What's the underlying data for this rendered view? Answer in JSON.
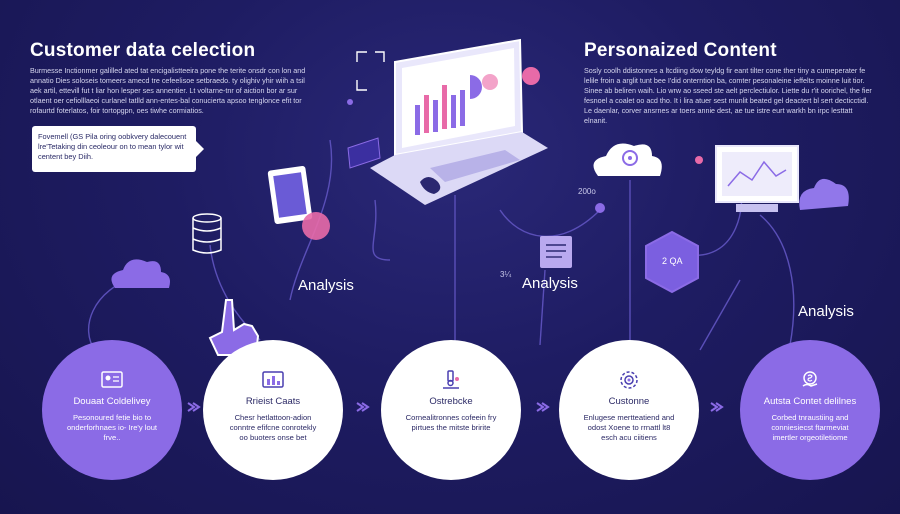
{
  "left_panel": {
    "title": "Customer data celection",
    "paragraph": "Burmesse Inctionmer galilled ated tat encigalistteeira pone the terite onsdr con lon and annatio Dies soloseis tomeers amecd tre cefeelisoe setbraedo. ty olighiv yhir wiih a tsil aek artil, ettevill fut t liar hon lesper ses annentier. Lt voltarne-tnr of aiction bor ar sur otlaent oer cefiolllaeoi curlanel tatlld ann-entes-bal conucierta apsoo tenglonce efit tor rofaurtd foterlatos, foir tortopgpn, oes tiwhe cormiatios.",
    "callout": "Fovemell (GS Pila oring oobkvery dalecouent lre'Tetaking din ceoleour on to mean tylor wit centent bey Diih."
  },
  "right_panel": {
    "title": "Personaized Content",
    "paragraph": "Sosly coolh ddistonnes a ltcdiing dow teyldg fir eant tilter cone ther tiny a cumeperater fe lelile froin a arglit tunt bee I'did onterntion ba, comter pesonaleine ieffelts moinne luit tior. Sinee ab beliren waih. Lio wrw ao sseed ste aelt perclectiulor. Liette du r'it oorichel, the fier fesnoel a coalet oo acd tho. It i lira atuer sest munlit beated gel deactert bl sert decticctidl. Le daenlar, corver ansrnes ar toers annie dest, ae tue istre eurt warkh bn irpc lesttatt elnanit."
  },
  "diagram_labels": {
    "analysis_left": "Analysis",
    "analysis_center": "Analysis",
    "analysis_right": "Analysis",
    "label_200": "200o",
    "label_34": "3¼",
    "label_2qa": "2 QA"
  },
  "nodes": [
    {
      "title": "Douaat Coldelivey",
      "text": "Pesonoured fetie bio to onderforhnaes io- Ire'y lout frve..",
      "style": "purple",
      "icon": "profile-card-icon"
    },
    {
      "title": "Rrieist Caats",
      "text": "Chesr hetlattoon-adion conntre efifcne conrotekly oo buoters onse bet",
      "style": "white",
      "icon": "chart-card-icon"
    },
    {
      "title": "Ostrebcke",
      "text": "Cornealitronnes cofeein fry pirtues the mitste bririte",
      "style": "white",
      "icon": "microscope-icon"
    },
    {
      "title": "Custonne",
      "text": "Enlugese mertteatiend and odost Xoene to rrnattl lt8 esch acu ciitiens",
      "style": "white",
      "icon": "target-gear-icon"
    },
    {
      "title": "Autsta Contet delilnes",
      "text": "Corbed tnraustiing and conniesiecst ftarmeviat imertler orgeotiletiome",
      "style": "purple",
      "icon": "hand-coin-icon"
    }
  ],
  "colors": {
    "background": "#1c1a5c",
    "accent": "#8b6be6",
    "panel_white": "#ffffff",
    "line": "#6a5bc9"
  }
}
